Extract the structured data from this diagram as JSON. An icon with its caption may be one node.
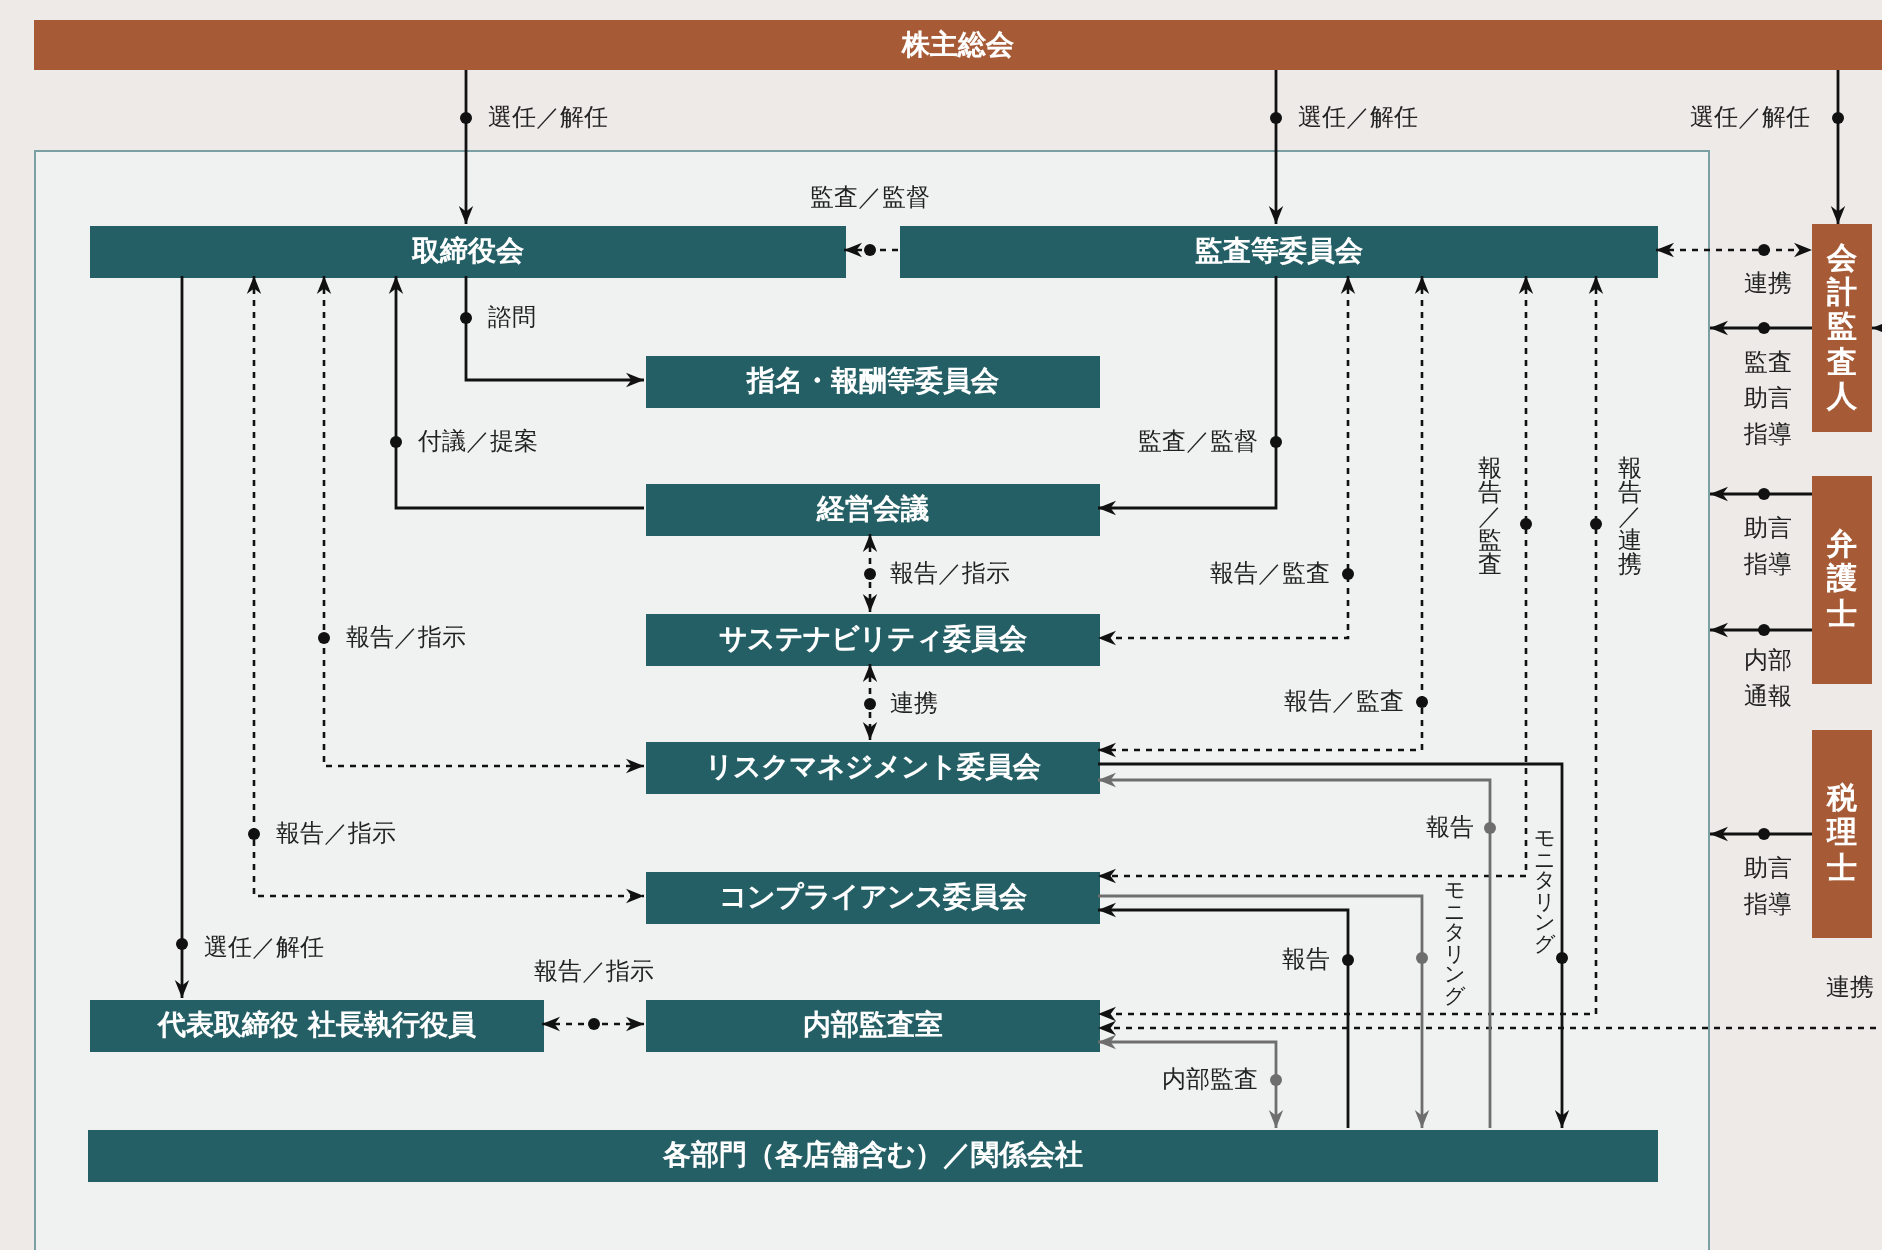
{
  "diagram": {
    "nodes": [
      {
        "text": [
          "株主総会"
        ]
      },
      {
        "text": [],
        "shape": "box"
      },
      {
        "text": [
          "取締役会"
        ],
        "in": 1
      },
      {
        "text": [
          "監査等委員会"
        ],
        "in": 1
      },
      {
        "text": [
          "会計監査人"
        ]
      },
      {
        "text": [
          "指名・報酬等委員会"
        ],
        "in": 1
      },
      {
        "text": [
          "経営会議"
        ],
        "in": 1
      },
      {
        "text": [
          "サステナビリティ委員会"
        ],
        "in": 1
      },
      {
        "text": [
          "弁護士"
        ]
      },
      {
        "text": [
          "リスクマネジメント委員会"
        ],
        "in": 1
      },
      {
        "text": [
          "税理士"
        ]
      },
      {
        "text": [
          "コンプライアンス委員会"
        ],
        "in": 1
      },
      {
        "text": [
          "代表取締役 社長執行役員"
        ],
        "in": 1
      },
      {
        "text": [
          "内部監査室"
        ],
        "in": 1
      },
      {
        "text": [
          "各部門（各店舗含む）／関係会社"
        ],
        "in": 1
      }
    ],
    "edges": [
      {
        "from": 0,
        "to": 2,
        "arrow": "to",
        "label": "選任／解任"
      },
      {
        "from": 0,
        "to": 3,
        "arrow": "to",
        "label": "選任／解任"
      },
      {
        "from": 0,
        "to": 4,
        "arrow": "to",
        "label": "選任／解任"
      },
      {
        "from": 3,
        "to": 2,
        "arrow": "to",
        "style": "dashed",
        "label": "監査／監督"
      },
      {
        "from": 3,
        "to": 4,
        "arrow": "both",
        "style": "dashed",
        "label": "連携"
      },
      {
        "from": 2,
        "to": 5,
        "arrow": "to",
        "label": "諮問"
      },
      {
        "from": 6,
        "to": 2,
        "arrow": "to",
        "label": "付議／提案"
      },
      {
        "from": 3,
        "to": 6,
        "arrow": "to",
        "label": "監査／監督"
      },
      {
        "from": 6,
        "to": 7,
        "arrow": "both",
        "style": "dashed",
        "label": "報告／指示"
      },
      {
        "from": 7,
        "to": 9,
        "arrow": "both",
        "style": "dashed",
        "label": "連携"
      },
      {
        "from": 2,
        "to": 9,
        "arrow": "both",
        "style": "dashed",
        "label": "報告／指示"
      },
      {
        "from": 2,
        "to": 11,
        "arrow": "both",
        "style": "dashed",
        "label": "報告／指示"
      },
      {
        "from": 2,
        "to": 12,
        "arrow": "to",
        "label": "選任／解任"
      },
      {
        "from": 12,
        "to": 13,
        "arrow": "both",
        "style": "dashed",
        "label": "報告／指示"
      },
      {
        "from": 3,
        "to": 7,
        "arrow": "both",
        "style": "dashed",
        "label": "報告／監査"
      },
      {
        "from": 3,
        "to": 9,
        "arrow": "both",
        "style": "dashed",
        "label": "報告／監査"
      },
      {
        "from": 3,
        "to": 11,
        "arrow": "both",
        "style": "dashed",
        "label": "報告／監査"
      },
      {
        "from": 3,
        "to": 13,
        "arrow": "both",
        "style": "dashed",
        "label": "報告／連携"
      },
      {
        "from": 4,
        "to": 1,
        "arrow": "to",
        "label": "監査助言指導"
      },
      {
        "from": 8,
        "to": 1,
        "arrow": "to",
        "label": "助言指導"
      },
      {
        "from": 8,
        "to": 1,
        "arrow": "to",
        "label": "内部通報"
      },
      {
        "from": 10,
        "to": 1,
        "arrow": "to",
        "label": "助言指導"
      },
      {
        "from": null,
        "to": 4,
        "arrow": "to"
      },
      {
        "from": null,
        "to": 13,
        "arrow": "to",
        "style": "dashed",
        "label": "連携"
      },
      {
        "from": 14,
        "to": 13,
        "arrow": "both",
        "color": "#6e6e6e",
        "label": "内部監査"
      },
      {
        "from": 14,
        "to": 11,
        "arrow": "to",
        "label": "報告"
      },
      {
        "from": 11,
        "to": 14,
        "arrow": "to",
        "color": "#6e6e6e",
        "label": "モニタリング"
      },
      {
        "from": 14,
        "to": 9,
        "arrow": "to",
        "color": "#6e6e6e",
        "label": "報告"
      },
      {
        "from": 9,
        "to": 14,
        "arrow": "to",
        "label": "モニタリング"
      }
    ]
  }
}
